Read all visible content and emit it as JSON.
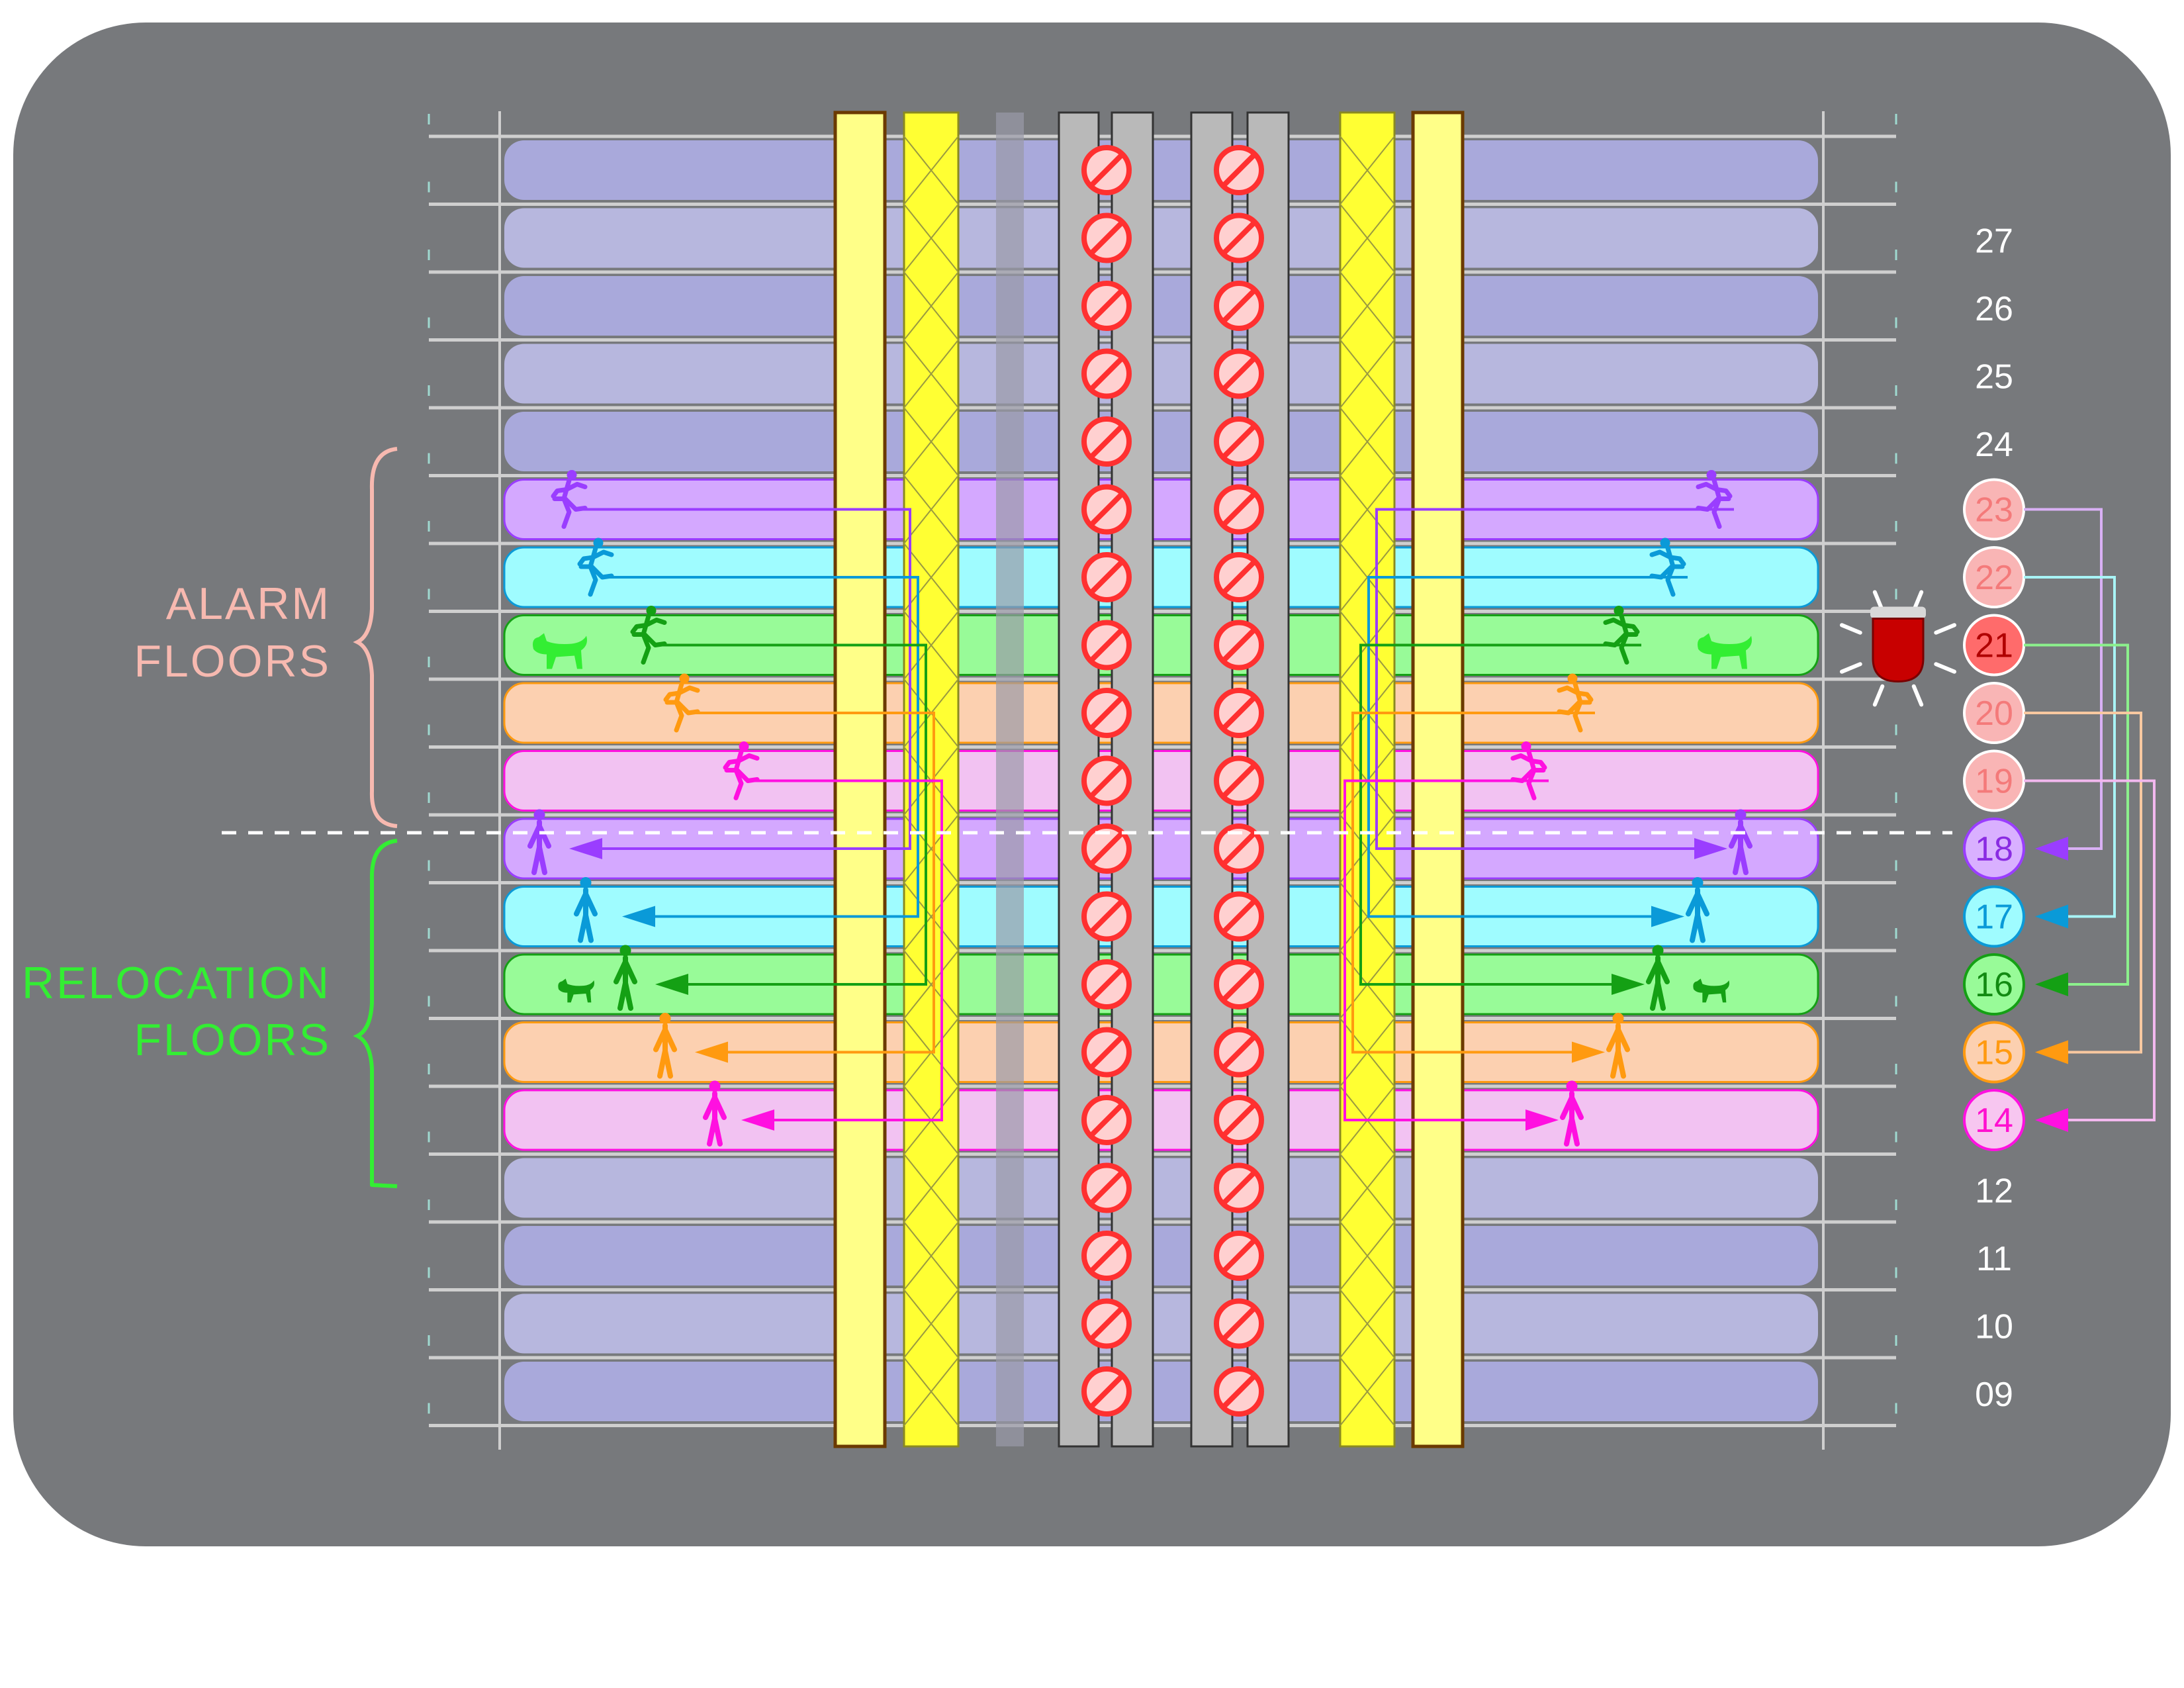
{
  "zone_labels": {
    "alarm_line1": "ALARM",
    "alarm_line2": "FLOORS",
    "relocation_line1": "RELOCATION",
    "relocation_line2": "FLOORS"
  },
  "floors": [
    {
      "label": "",
      "group": "plain"
    },
    {
      "label": "27",
      "group": "plain"
    },
    {
      "label": "26",
      "group": "plain"
    },
    {
      "label": "25",
      "group": "plain"
    },
    {
      "label": "24",
      "group": "plain"
    },
    {
      "label": "23",
      "group": "alarm",
      "pair": 0
    },
    {
      "label": "22",
      "group": "alarm",
      "pair": 1
    },
    {
      "label": "21",
      "group": "alarm",
      "pair": 2,
      "fire": true
    },
    {
      "label": "20",
      "group": "alarm",
      "pair": 3
    },
    {
      "label": "19",
      "group": "alarm",
      "pair": 4
    },
    {
      "label": "18",
      "group": "relocation",
      "pair": 0
    },
    {
      "label": "17",
      "group": "relocation",
      "pair": 1
    },
    {
      "label": "16",
      "group": "relocation",
      "pair": 2
    },
    {
      "label": "15",
      "group": "relocation",
      "pair": 3
    },
    {
      "label": "14",
      "group": "relocation",
      "pair": 4
    },
    {
      "label": "12",
      "group": "plain"
    },
    {
      "label": "11",
      "group": "plain"
    },
    {
      "label": "10",
      "group": "plain"
    },
    {
      "label": "09",
      "group": "plain"
    }
  ],
  "pair_colors": [
    {
      "fill": "#d4a8ff",
      "line": "#9a3dff",
      "badge_fill": "#d9b0ff",
      "badge_text": "#8a2be2",
      "route": "#d9b0f5"
    },
    {
      "fill": "#9ffcff",
      "line": "#0a9ad8",
      "badge_fill": "#9ffcff",
      "badge_text": "#0a9ad8",
      "route": "#a8f4f6"
    },
    {
      "fill": "#98fb98",
      "line": "#14a014",
      "badge_fill": "#98fb98",
      "badge_text": "#128a12",
      "route": "#8cf08c"
    },
    {
      "fill": "#fcd0b0",
      "line": "#ff9a10",
      "badge_fill": "#fcd0b0",
      "badge_text": "#ff9a10",
      "route": "#f8c8a0"
    },
    {
      "fill": "#f2c2f2",
      "line": "#ff10e0",
      "badge_fill": "#f7c6f0",
      "badge_text": "#ff10d0",
      "route": "#f2b8ee"
    }
  ],
  "colors": {
    "background": "#77797c",
    "plain_floor": "#a9a9db",
    "plain_floor_alt": "#b7b7de",
    "alarm_badge": "#f9b5b5",
    "alarm_badge_text": "#f47a7a",
    "fire_badge": "#ff6b6b",
    "fire_badge_text": "#b00000",
    "alarm_label": "#f7b9b0",
    "relocation_label": "#33ee33",
    "stair_core": "#ffff88",
    "stair": "#ffff33",
    "elevator": "#b9b9b9",
    "no_entry": "#ff4040"
  },
  "icons": {
    "elevator_symbol": "no-entry-icon",
    "alarm_person": "running-person-icon",
    "relocation_person": "standing-person-icon",
    "pet": "dog-icon",
    "alarm_device": "fire-alarm-beacon-icon"
  }
}
